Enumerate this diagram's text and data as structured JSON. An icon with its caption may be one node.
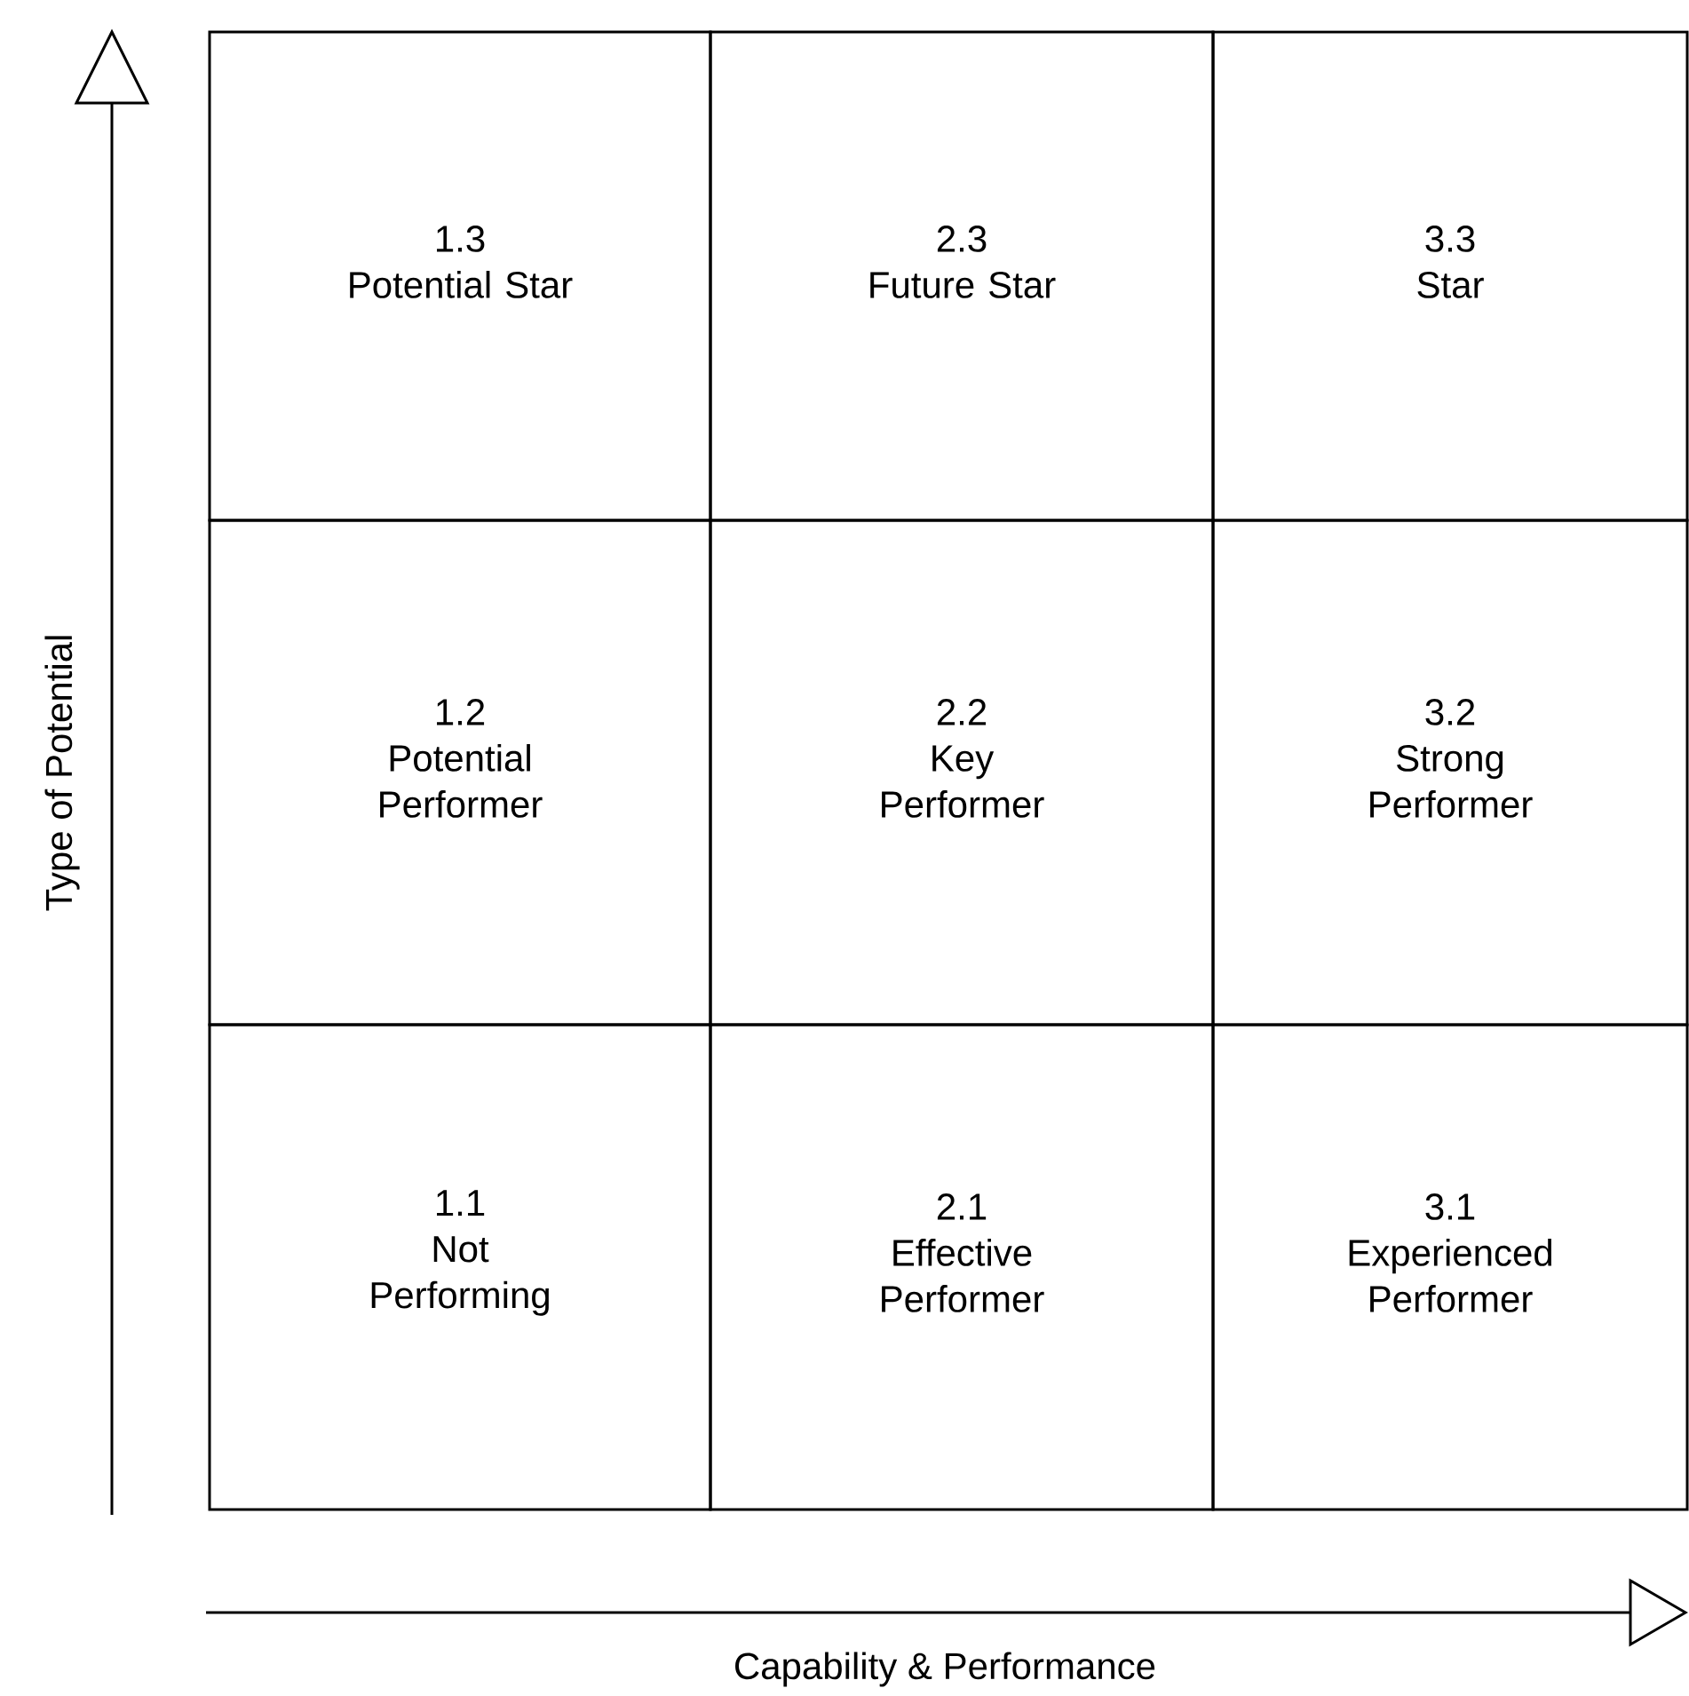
{
  "diagram": {
    "nodes": [
      {
        "text": [
          "1.3",
          "Potential Star"
        ]
      },
      {
        "text": [
          "2.3",
          "Future Star"
        ]
      },
      {
        "text": [
          "3.3",
          "Star"
        ]
      },
      {
        "text": [
          "1.2",
          "Potential Performer"
        ]
      },
      {
        "text": [
          "2.2",
          "Key Performer"
        ]
      },
      {
        "text": [
          "3.2",
          "Strong Performer"
        ]
      },
      {
        "text": [
          "1.1",
          "Not Performing"
        ]
      },
      {
        "text": [
          "2.1",
          "Effective Performer"
        ]
      },
      {
        "text": [
          "3.1",
          "Experienced Performer"
        ]
      }
    ],
    "labels": [
      "Type of Potential",
      "Capability & Performance"
    ]
  }
}
